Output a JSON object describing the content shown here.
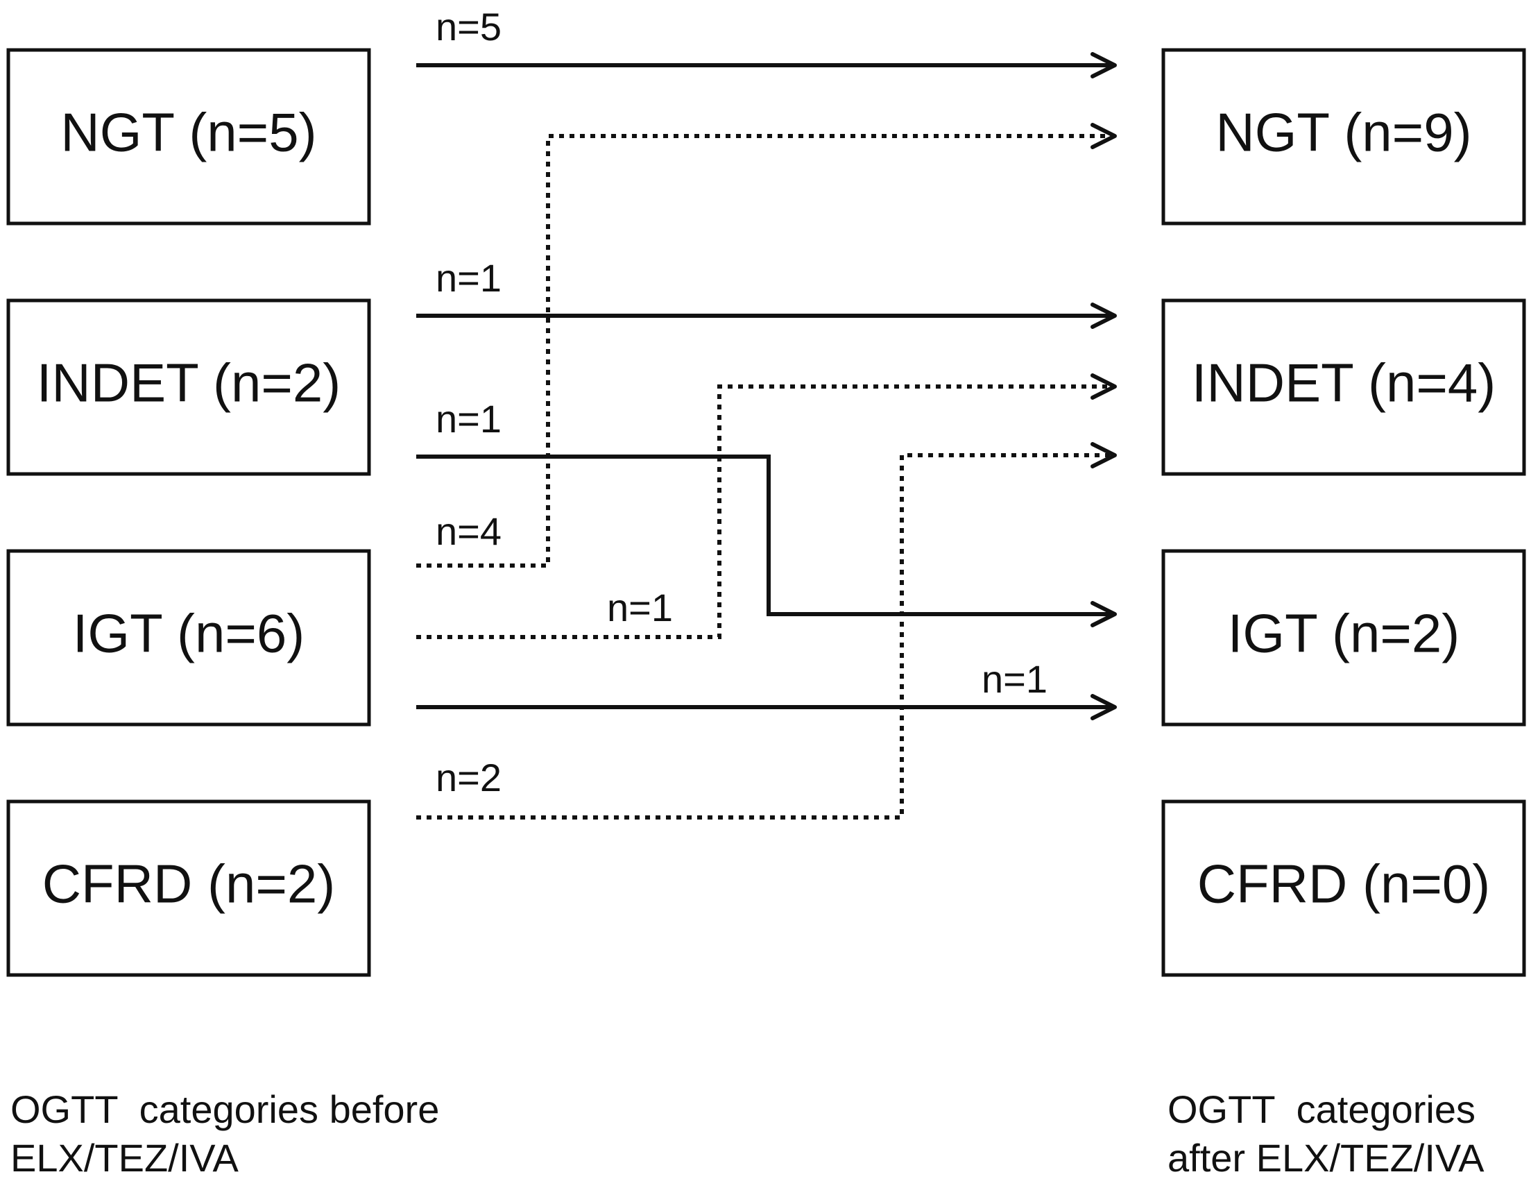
{
  "before_boxes": [
    {
      "name": "before-box-ngt",
      "label": "NGT (n=5)"
    },
    {
      "name": "before-box-indet",
      "label": "INDET (n=2)"
    },
    {
      "name": "before-box-igt",
      "label": "IGT (n=6)"
    },
    {
      "name": "before-box-cfrd",
      "label": "CFRD (n=2)"
    }
  ],
  "after_boxes": [
    {
      "name": "after-box-ngt",
      "label": "NGT (n=9)"
    },
    {
      "name": "after-box-indet",
      "label": "INDET (n=4)"
    },
    {
      "name": "after-box-igt",
      "label": "IGT (n=2)"
    },
    {
      "name": "after-box-cfrd",
      "label": "CFRD (n=0)"
    }
  ],
  "flows": [
    {
      "from": "NGT",
      "to": "NGT",
      "label": "n=5",
      "style": "solid"
    },
    {
      "from": "IGT",
      "to": "NGT",
      "label": "n=4",
      "style": "dotted"
    },
    {
      "from": "INDET",
      "to": "INDET",
      "label": "n=1",
      "style": "solid"
    },
    {
      "from": "IGT",
      "to": "INDET",
      "label": "n=1",
      "style": "dotted"
    },
    {
      "from": "INDET",
      "to": "IGT",
      "label": "n=1",
      "style": "solid"
    },
    {
      "from": "CFRD",
      "to": "INDET",
      "label": "n=2",
      "style": "dotted"
    },
    {
      "from": "IGT",
      "to": "IGT",
      "label": "n=1",
      "style": "solid"
    }
  ],
  "captions": {
    "before_line1": "OGTT  categories before",
    "before_line2": "ELX/TEZ/IVA",
    "after_line1": "OGTT  categories",
    "after_line2": "after ELX/TEZ/IVA"
  }
}
